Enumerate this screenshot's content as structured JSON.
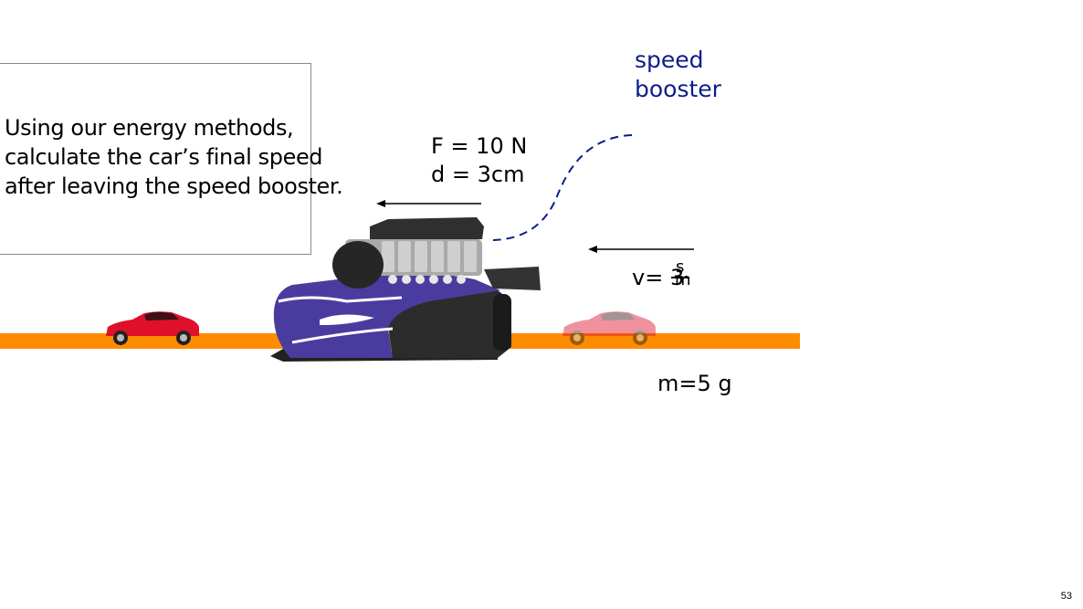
{
  "slide": {
    "question": "Using our energy methods,\ncalculate the car’s final speed\nafter leaving the speed booster.",
    "booster_label": "speed\nbooster",
    "force_label": "F = 10 N\nd = 3cm",
    "velocity": {
      "prefix": "v= 3",
      "unit_numerator": "s",
      "unit_denominator": "m"
    },
    "mass_label": "m=5 g",
    "page_number": "53"
  },
  "colors": {
    "track": "#ff8c00",
    "booster_label": "#0b1d8a",
    "booster_body": "#4a3c9e",
    "car_start": "#e0102a",
    "car_end_faded": "#f4a0a0"
  },
  "icons": {
    "car_start": "red-car-icon",
    "car_end": "faded-red-car-icon",
    "booster": "speed-booster-icon"
  }
}
